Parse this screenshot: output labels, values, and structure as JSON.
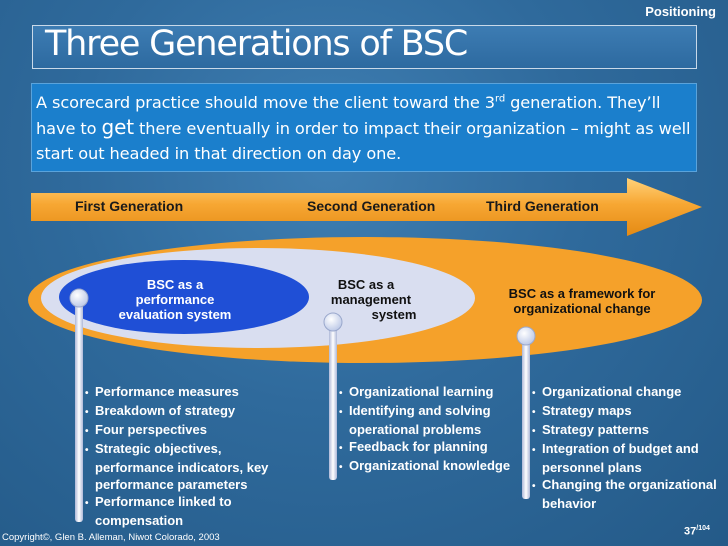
{
  "slide": {
    "section_label": "Positioning",
    "title": "Three Generations of BSC",
    "intro": {
      "part1": "A scorecard practice should move the client toward the 3",
      "sup": "rd",
      "part2": " generation. They’ll have to ",
      "emph": "get",
      "part3": " there eventually in order to impact their organization – might as well start out headed in that direction on day one."
    },
    "arrow_labels": [
      "First Generation",
      "Second Generation",
      "Third Generation"
    ],
    "ellipses": {
      "first": [
        "BSC as a",
        "performance",
        "evaluation system"
      ],
      "second": [
        "BSC as a",
        "management",
        "system"
      ],
      "third": [
        "BSC as a framework for",
        "organizational change"
      ]
    },
    "bullets": {
      "first": [
        "Performance measures",
        "Breakdown of strategy",
        "Four perspectives",
        "Strategic objectives, performance indicators, key performance parameters",
        "Performance linked to compensation"
      ],
      "second": [
        "Organizational learning",
        "Identifying and solving operational problems",
        "Feedback for planning",
        "Organizational knowledge"
      ],
      "third": [
        "Organizational change",
        "Strategy maps",
        "Strategy patterns",
        "Integration of budget and personnel plans",
        "Changing the organizational behavior"
      ]
    },
    "footer": {
      "copyright": "Copyright©, Glen B. Alleman, Niwot Colorado, 2003",
      "page": "37",
      "total": "/104"
    },
    "colors": {
      "orange": "#f5a12a",
      "light_ellipse": "#d9def0",
      "blue_ellipse": "#1f4fd6",
      "intro_box": "#1b7fcc"
    }
  }
}
